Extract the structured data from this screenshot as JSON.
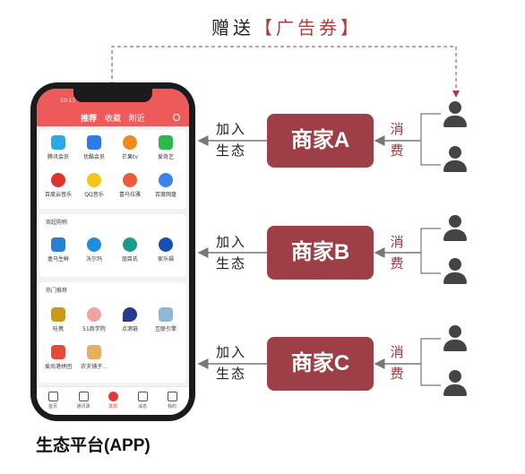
{
  "gift": {
    "prefix": "赠送",
    "open": "【",
    "text": "广告券",
    "close": "】"
  },
  "phone": {
    "status_time": "10:13",
    "tabs": [
      "推荐",
      "收藏",
      "附近"
    ],
    "sections": [
      {
        "title": "",
        "apps": [
          {
            "label": "腾讯会员",
            "color": "#2aa8e8",
            "icon": "video-icon"
          },
          {
            "label": "优酷会员",
            "color": "#2d7be5",
            "icon": "youku-icon"
          },
          {
            "label": "芒果tv",
            "color": "#f28a1e",
            "icon": "mango-icon"
          },
          {
            "label": "爱奇艺",
            "color": "#2cb84a",
            "icon": "iqiyi-icon"
          },
          {
            "label": "百度云音乐",
            "color": "#e0322c",
            "icon": "music-icon"
          },
          {
            "label": "QQ音乐",
            "color": "#f5c518",
            "icon": "qqmusic-icon"
          },
          {
            "label": "喜马拉雅",
            "color": "#f05a3c",
            "icon": "ximalaya-icon"
          },
          {
            "label": "百度网盘",
            "color": "#3b82f0",
            "icon": "cloud-icon"
          }
        ]
      },
      {
        "title": "商超购物",
        "apps": [
          {
            "label": "盒马生鲜",
            "color": "#2b7fd0",
            "icon": "hema-icon"
          },
          {
            "label": "沃尔玛",
            "color": "#1e8fd6",
            "icon": "walmart-icon"
          },
          {
            "label": "屈臣氏",
            "color": "#1a9c8a",
            "icon": "watsons-icon"
          },
          {
            "label": "家乐福",
            "color": "#1550b4",
            "icon": "carrefour-icon"
          }
        ]
      },
      {
        "title": "热门推荐",
        "apps": [
          {
            "label": "哇携",
            "color": "#c99a1a",
            "icon": "waxie-icon"
          },
          {
            "label": "51商学院",
            "color": "#f3a1a1",
            "icon": "school-icon"
          },
          {
            "label": "点滴链",
            "color": "#2a3a8c",
            "icon": "drop-icon"
          },
          {
            "label": "互联引擎",
            "color": "#8fb8d8",
            "icon": "engine-icon"
          },
          {
            "label": "爱尚港拼团",
            "color": "#e84a3a",
            "icon": "group-icon"
          },
          {
            "label": "农夫铺子...",
            "color": "#e7b060",
            "icon": "farmer-icon"
          }
        ]
      }
    ],
    "bottom_nav": [
      {
        "label": "首页",
        "icon": "home-icon"
      },
      {
        "label": "通讯录",
        "icon": "contacts-icon"
      },
      {
        "label": "发现",
        "icon": "discover-icon",
        "active": true
      },
      {
        "label": "消息",
        "icon": "message-icon"
      },
      {
        "label": "我的",
        "icon": "profile-icon"
      }
    ]
  },
  "platform_label": "生态平台(APP)",
  "merchants": [
    {
      "name": "商家A",
      "join_line1": "加入",
      "join_line2": "生态",
      "consume_line1": "消",
      "consume_line2": "费"
    },
    {
      "name": "商家B",
      "join_line1": "加入",
      "join_line2": "生态",
      "consume_line1": "消",
      "consume_line2": "费"
    },
    {
      "name": "商家C",
      "join_line1": "加入",
      "join_line2": "生态",
      "consume_line1": "消",
      "consume_line2": "费"
    }
  ],
  "colors": {
    "merchant": "#9e3e46",
    "accent_text": "#a8303c",
    "app_header": "#ee5a5a",
    "dashed_line": "#b23a3a"
  }
}
